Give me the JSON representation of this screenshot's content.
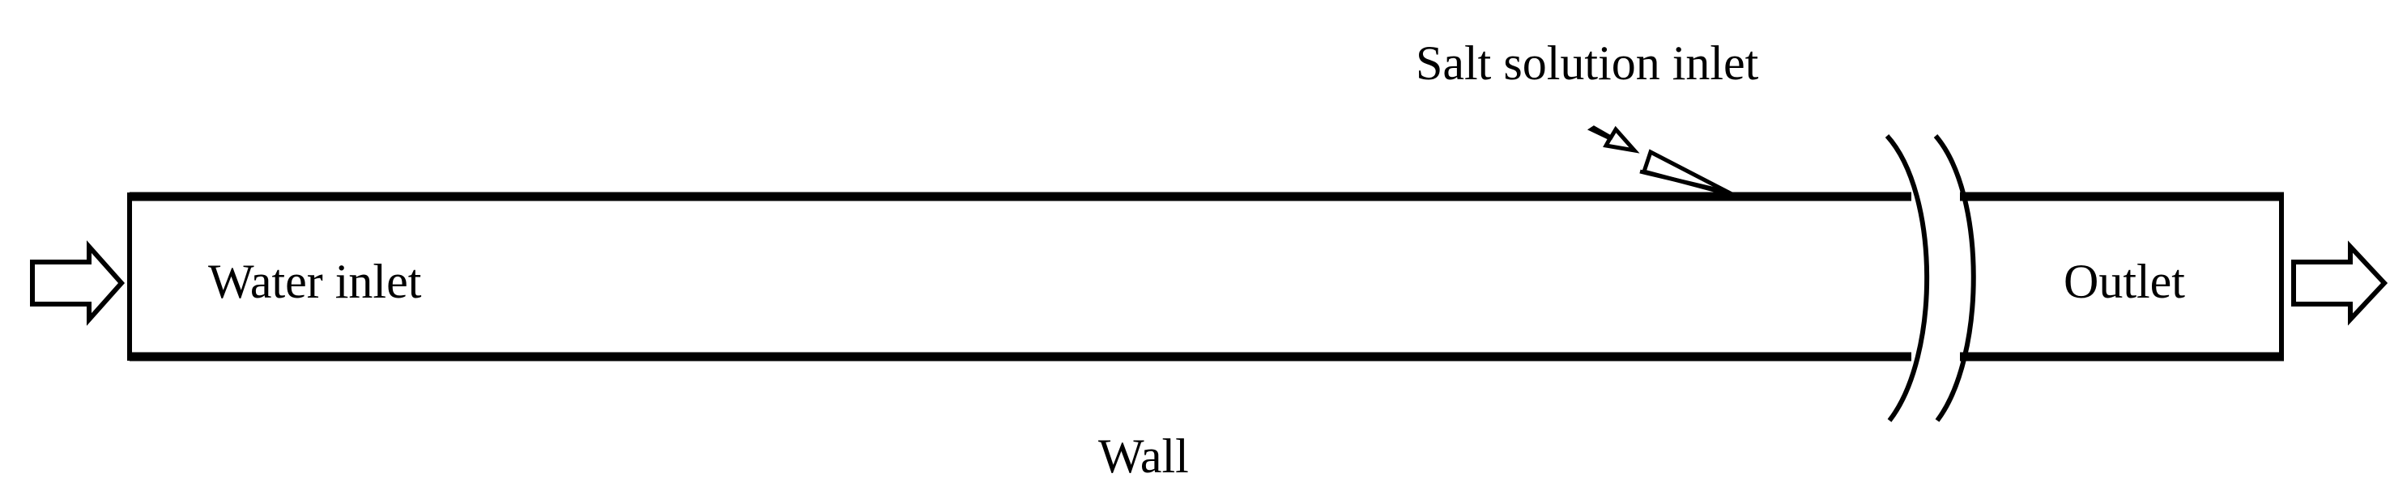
{
  "labels": {
    "salt_solution_inlet": "Salt solution  inlet",
    "water_inlet": "Water inlet",
    "outlet": "Outlet",
    "wall": "Wall"
  },
  "colors": {
    "stroke": "#000000",
    "background": "#ffffff"
  },
  "icons": {
    "inflow_arrow": "hollow-right-arrow-icon",
    "outflow_arrow": "hollow-right-arrow-icon",
    "salt_arrow": "hollow-diagonal-arrow-icon",
    "pipe_break": "double-curved-break-icon"
  }
}
